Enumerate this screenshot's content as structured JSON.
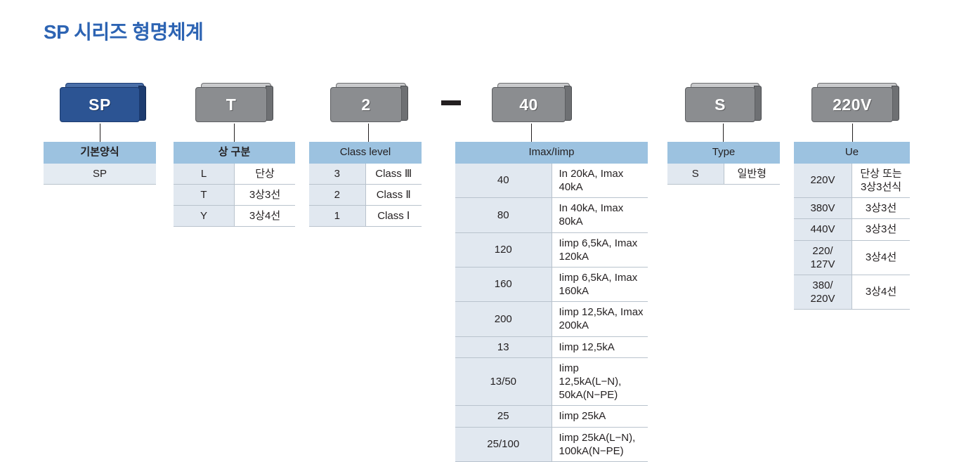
{
  "page": {
    "title": "SP 시리즈 형명체계",
    "title_color": "#2d64b3",
    "separator_symbol": "—"
  },
  "code_boxes": [
    {
      "label": "SP",
      "style": "blue"
    },
    {
      "label": "T",
      "style": "gray"
    },
    {
      "label": "2",
      "style": "gray"
    },
    {
      "label": "40",
      "style": "gray"
    },
    {
      "label": "S",
      "style": "gray"
    },
    {
      "label": "220V",
      "style": "gray"
    }
  ],
  "tables": [
    {
      "id": "basic-form",
      "header": "기본양식",
      "layout": "single",
      "rows": [
        {
          "value": "SP"
        }
      ]
    },
    {
      "id": "phase",
      "header": "상 구분",
      "layout": "pair",
      "rows": [
        {
          "key": "L",
          "value": "단상"
        },
        {
          "key": "T",
          "value": "3상3선"
        },
        {
          "key": "Y",
          "value": "3상4선"
        }
      ]
    },
    {
      "id": "class-level",
      "header": "Class level",
      "layout": "pair",
      "rows": [
        {
          "key": "3",
          "value": "Class Ⅲ"
        },
        {
          "key": "2",
          "value": "Class Ⅱ"
        },
        {
          "key": "1",
          "value": "Class Ⅰ"
        }
      ]
    },
    {
      "id": "imax-iimp",
      "header": "Imax/Iimp",
      "layout": "pair-left",
      "rows": [
        {
          "key": "40",
          "value": "In 20kA, Imax 40kA"
        },
        {
          "key": "80",
          "value": "In 40kA, Imax 80kA"
        },
        {
          "key": "120",
          "value": "Iimp 6,5kA, Imax 120kA"
        },
        {
          "key": "160",
          "value": "Iimp 6,5kA, Imax 160kA"
        },
        {
          "key": "200",
          "value": "Iimp 12,5kA, Imax 200kA"
        },
        {
          "key": "13",
          "value": "Iimp 12,5kA"
        },
        {
          "key": "13/50",
          "value": "Iimp 12,5kA(L−N),\n50kA(N−PE)"
        },
        {
          "key": "25",
          "value": "Iimp 25kA"
        },
        {
          "key": "25/100",
          "value": "Iimp 25kA(L−N),\n100kA(N−PE)"
        }
      ]
    },
    {
      "id": "type",
      "header": "Type",
      "layout": "pair",
      "rows": [
        {
          "key": "S",
          "value": "일반형"
        }
      ]
    },
    {
      "id": "ue",
      "header": "Ue",
      "layout": "pair",
      "rows": [
        {
          "key": "220V",
          "value": "단상 또는\n3상3선식"
        },
        {
          "key": "380V",
          "value": "3상3선"
        },
        {
          "key": "440V",
          "value": "3상3선"
        },
        {
          "key": "220/\n127V",
          "value": "3상4선"
        },
        {
          "key": "380/\n220V",
          "value": "3상4선"
        }
      ]
    }
  ],
  "colors": {
    "title": "#2d64b3",
    "header_bg": "#9cc2e0",
    "key_bg": "#e1e8f0",
    "value_bg": "#ffffff",
    "single_bg": "#e4ebf2",
    "box_blue": "#2c5493",
    "box_gray": "#8b8d90"
  }
}
